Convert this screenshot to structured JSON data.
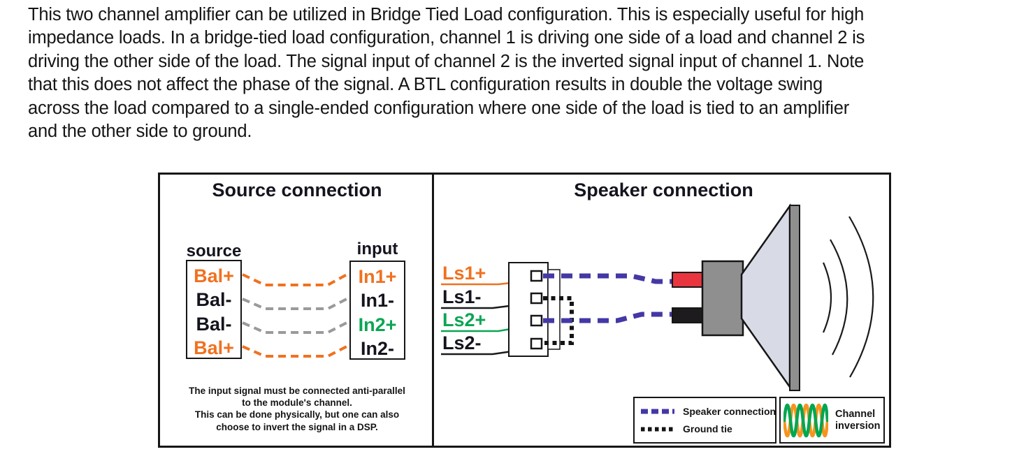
{
  "intro": {
    "lines": [
      "This two channel amplifier can be utilized in Bridge Tied Load configuration. This is especially useful for high",
      "impedance loads. In a bridge-tied load configuration, channel 1 is driving one side of a load and channel 2 is",
      "driving the other side of the load. The signal input of channel 2 is the inverted signal input of channel 1. Note",
      "that this does not affect the phase of the signal. A BTL configuration results in double the voltage swing",
      "across the load compared to a single-ended configuration where one side of the load is tied to an amplifier",
      "and the other side to ground."
    ]
  },
  "diagram": {
    "source_panel": {
      "title": "Source connection",
      "source_label": "source",
      "input_label": "input",
      "source_rows": [
        {
          "label": "Bal+",
          "color": "orange"
        },
        {
          "label": "Bal-",
          "color": "black"
        },
        {
          "label": "Bal-",
          "color": "black"
        },
        {
          "label": "Bal+",
          "color": "orange"
        }
      ],
      "input_rows": [
        {
          "label": "In1+",
          "color": "orange"
        },
        {
          "label": "In1-",
          "color": "black"
        },
        {
          "label": "In2+",
          "color": "green"
        },
        {
          "label": "In2-",
          "color": "black"
        }
      ],
      "note_lines": [
        "The input signal must be connected anti-parallel",
        "to the module's channel.",
        "This can be done physically, but one can also",
        "choose to invert the signal in a DSP."
      ]
    },
    "speaker_panel": {
      "title": "Speaker connection",
      "terminal_rows": [
        {
          "label": "Ls1+",
          "color": "orange"
        },
        {
          "label": "Ls1-",
          "color": "black"
        },
        {
          "label": "Ls2+",
          "color": "green"
        },
        {
          "label": "Ls2-",
          "color": "black"
        }
      ],
      "legend": {
        "speaker_connection_label": "Speaker connection",
        "ground_tie_label": "Ground tie",
        "channel_inversion_line1": "Channel",
        "channel_inversion_line2": "inversion"
      }
    }
  },
  "colors": {
    "orange": "#F0711F",
    "green": "#0BA653",
    "purple": "#4438A5",
    "gray_dash": "#9A9A9A",
    "red_terminal": "#E93540",
    "magnet_gray": "#8F8F8F",
    "cone_fill": "#D8DAE6",
    "wave_orange": "#F7941D",
    "wave_green": "#00A651"
  }
}
